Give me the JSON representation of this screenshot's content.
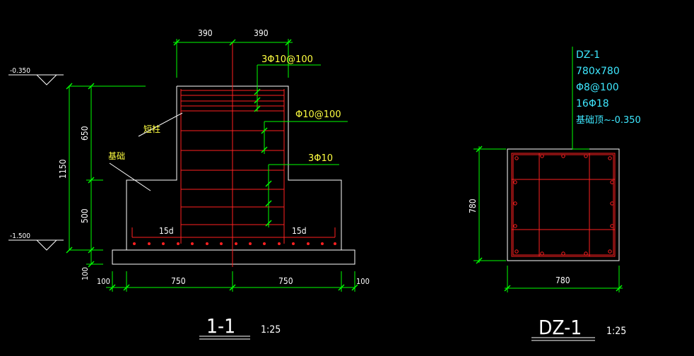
{
  "section_1_1": {
    "title": "1-1",
    "scale": "1:25",
    "top_dims": [
      "390",
      "390"
    ],
    "bottom_dims": [
      "100",
      "750",
      "750",
      "100"
    ],
    "left_dims": {
      "total": "1150",
      "upper": "650",
      "lower": "500",
      "pad": "100"
    },
    "elevations": {
      "top": "-0.350",
      "bottom": "-1.500"
    },
    "rebar_labels": {
      "top": "3Φ10@100",
      "middle": "Φ10@100",
      "lower": "3Φ10"
    },
    "anchor_labels": [
      "15d",
      "15d"
    ],
    "part_labels": {
      "column": "短柱",
      "foundation": "基础"
    }
  },
  "section_dz1": {
    "title": "DZ-1",
    "scale": "1:25",
    "width_dim": "780",
    "height_dim": "780",
    "spec_lines": [
      "DZ-1",
      "780x780",
      "Φ8@100",
      "16Φ18",
      "基础顶~-0.350"
    ]
  },
  "colors": {
    "outline": "#ffffff",
    "rebar": "#ff2020",
    "dimension": "#00ff00",
    "text_label": "#ffff40",
    "spec_text": "#3ee8ff"
  }
}
